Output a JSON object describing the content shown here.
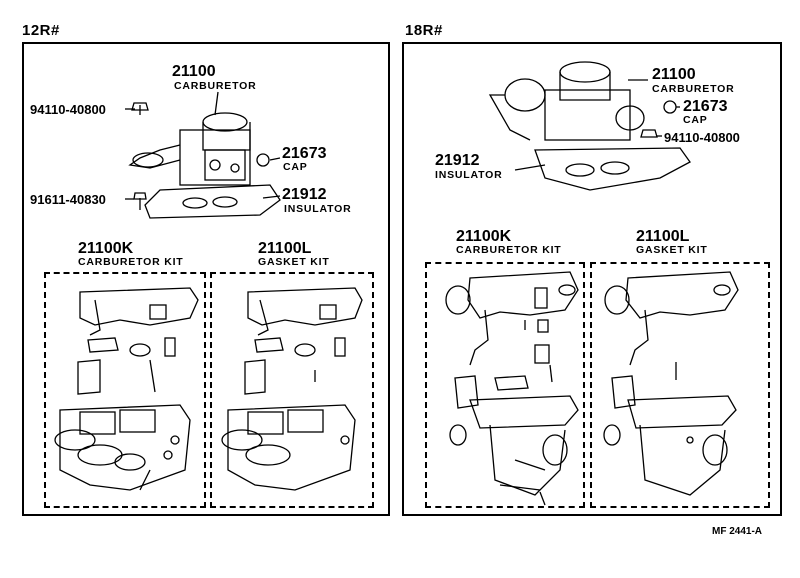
{
  "sections": {
    "left_title": "12R#",
    "right_title": "18R#"
  },
  "left": {
    "carb_num": "21100",
    "carb_name": "CARBURETOR",
    "bolt1": "94110-40800",
    "cap_num": "21673",
    "cap_name": "CAP",
    "stud": "91611-40830",
    "ins_num": "21912",
    "ins_name": "INSULATOR",
    "kit_num": "21100K",
    "kit_name": "CARBURETOR KIT",
    "gasket_num": "21100L",
    "gasket_name": "GASKET KIT"
  },
  "right": {
    "carb_num": "21100",
    "carb_name": "CARBURETOR",
    "cap_num": "21673",
    "cap_name": "CAP",
    "bolt1": "94110-40800",
    "ins_num": "21912",
    "ins_name": "INSULATOR",
    "kit_num": "21100K",
    "kit_name": "CARBURETOR KIT",
    "gasket_num": "21100L",
    "gasket_name": "GASKET KIT"
  },
  "footer": "MF 2441-A"
}
